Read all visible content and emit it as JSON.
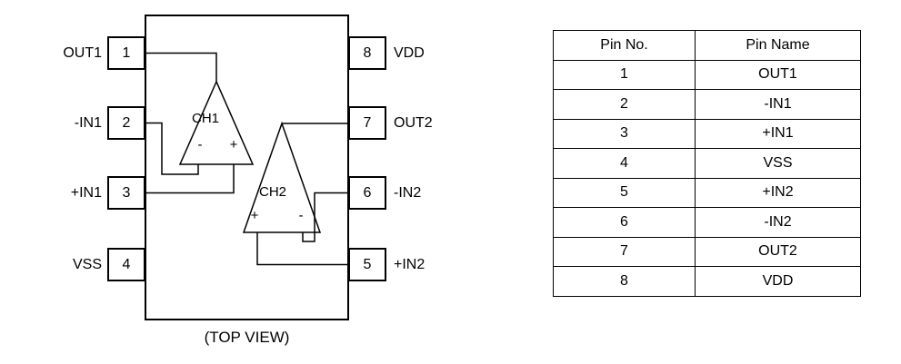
{
  "colors": {
    "line": "#000000",
    "background": "#ffffff"
  },
  "pinout": {
    "caption": "(TOP VIEW)",
    "left_pins": [
      {
        "number": "1",
        "label": "OUT1"
      },
      {
        "number": "2",
        "label": "-IN1"
      },
      {
        "number": "3",
        "label": "+IN1"
      },
      {
        "number": "4",
        "label": "VSS"
      }
    ],
    "right_pins": [
      {
        "number": "8",
        "label": "VDD"
      },
      {
        "number": "7",
        "label": "OUT2"
      },
      {
        "number": "6",
        "label": "-IN2"
      },
      {
        "number": "5",
        "label": "+IN2"
      }
    ],
    "opamps": [
      {
        "name": "CH1",
        "sign_left": "-",
        "sign_right": "+"
      },
      {
        "name": "CH2",
        "sign_left": "+",
        "sign_right": "-"
      }
    ]
  },
  "pin_table": {
    "headers": {
      "no": "Pin No.",
      "name": "Pin Name"
    },
    "rows": [
      {
        "no": "1",
        "name": "OUT1"
      },
      {
        "no": "2",
        "name": "-IN1"
      },
      {
        "no": "3",
        "name": "+IN1"
      },
      {
        "no": "4",
        "name": "VSS"
      },
      {
        "no": "5",
        "name": "+IN2"
      },
      {
        "no": "6",
        "name": "-IN2"
      },
      {
        "no": "7",
        "name": "OUT2"
      },
      {
        "no": "8",
        "name": "VDD"
      }
    ]
  }
}
